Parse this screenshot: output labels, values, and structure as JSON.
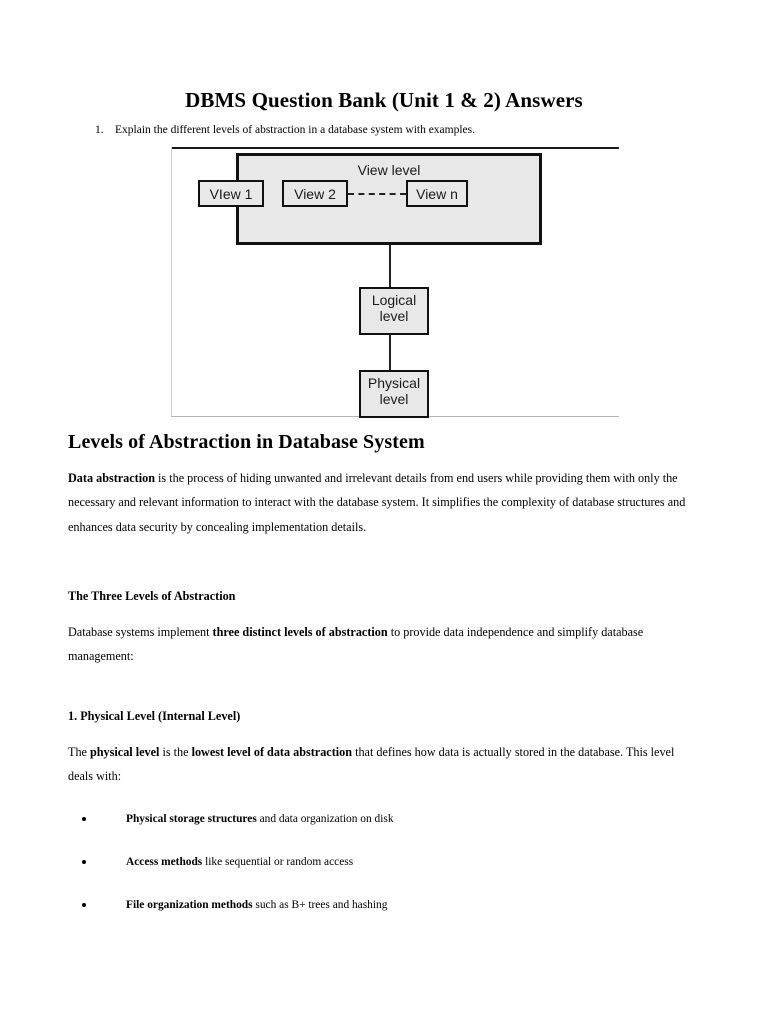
{
  "document": {
    "title": "DBMS Question Bank (Unit 1 & 2) Answers",
    "question": {
      "number": "1.",
      "text": "Explain the different levels of abstraction in a database system with examples."
    }
  },
  "figure": {
    "name": "levels-of-abstraction-diagram",
    "view_level_label": "View level",
    "views": [
      {
        "label": "VIew 1"
      },
      {
        "label": "View 2"
      },
      {
        "label": "View n"
      }
    ],
    "logical_level": "Logical\nlevel",
    "logical_level_line1": "Logical",
    "logical_level_line2": "level",
    "physical_level_line1": "Physical",
    "physical_level_line2": "level",
    "colors": {
      "box_fill": "#e8e8e8",
      "box_border": "#111111",
      "rule_top": "#1a1a1a",
      "rule_bottom": "#b5b5b5"
    }
  },
  "sections": {
    "heading": "Levels of Abstraction in Database System",
    "intro": {
      "lead": "Data abstraction",
      "rest": " is the process of hiding unwanted and irrelevant details from end users while providing them with only the necessary and relevant information to interact with the database system. It simplifies the complexity of database structures and enhances data security by concealing implementation details."
    },
    "three_levels": {
      "heading": "The Three Levels of Abstraction",
      "text_before": "Database systems implement ",
      "emphasis": "three distinct levels of abstraction",
      "text_after": " to provide data independence and simplify database management:"
    },
    "physical_level": {
      "heading": "1. Physical Level (Internal Level)",
      "text_1": "The ",
      "emphasis_1": "physical level",
      "text_2": " is the ",
      "emphasis_2": "lowest level of data abstraction",
      "text_3": " that defines how data is actually stored in the database. This level deals with:"
    },
    "bullets": [
      {
        "emphasis": "Physical storage structures",
        "rest": " and data organization on disk"
      },
      {
        "emphasis": "Access methods",
        "rest": " like sequential or random access"
      },
      {
        "emphasis": "File organization methods",
        "rest": " such as B+ trees and hashing"
      }
    ]
  }
}
